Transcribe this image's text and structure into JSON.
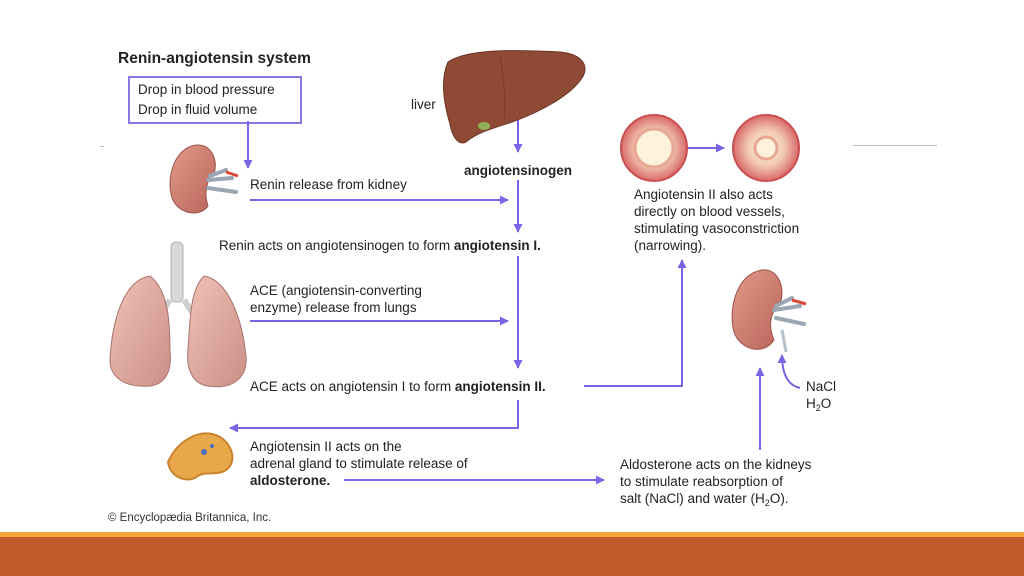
{
  "title": "Renin-angiotensin system",
  "trigger": {
    "line1": "Drop in blood pressure",
    "line2": "Drop in fluid volume"
  },
  "labels": {
    "liver": "liver",
    "angiotensinogen": "angiotensinogen",
    "renin_release": "Renin release from kidney",
    "renin_acts_prefix": "Renin acts on angiotensinogen to form ",
    "angiotensin_i": "angiotensin I.",
    "ace_line1": "ACE (angiotensin-converting",
    "ace_line2": "enzyme) release from lungs",
    "ace_acts_prefix": "ACE acts on angiotensin I to form ",
    "angiotensin_ii": "angiotensin II.",
    "vessel_line1": "Angiotensin II also acts",
    "vessel_line2": "directly on blood vessels,",
    "vessel_line3": "stimulating vasoconstriction",
    "vessel_line4": "(narrowing).",
    "adrenal_line1": "Angiotensin II acts on the",
    "adrenal_line2": "adrenal gland to stimulate release of",
    "aldosterone": "aldosterone.",
    "kidney_line1": "Aldosterone acts on the kidneys",
    "kidney_line2": "to stimulate reabsorption of",
    "kidney_line3_prefix": "salt (NaCl) and water (H",
    "kidney_line3_sub": "2",
    "kidney_line3_suffix": "O).",
    "nacl": "NaCl",
    "h2o_prefix": "H",
    "h2o_sub": "2",
    "h2o_suffix": "O"
  },
  "credit": "© Encyclopædia Britannica, Inc.",
  "colors": {
    "arrow": "#7b63e6",
    "box_border": "#8a78e0",
    "footer_band": "#c05a2b",
    "footer_stripe": "#f4a63a",
    "organ_flesh": "#c97b6e",
    "liver": "#8e4a34"
  },
  "icons": [
    "liver-icon",
    "kidney-icon",
    "lungs-icon",
    "adrenal-gland-icon",
    "blood-vessel-icon"
  ]
}
